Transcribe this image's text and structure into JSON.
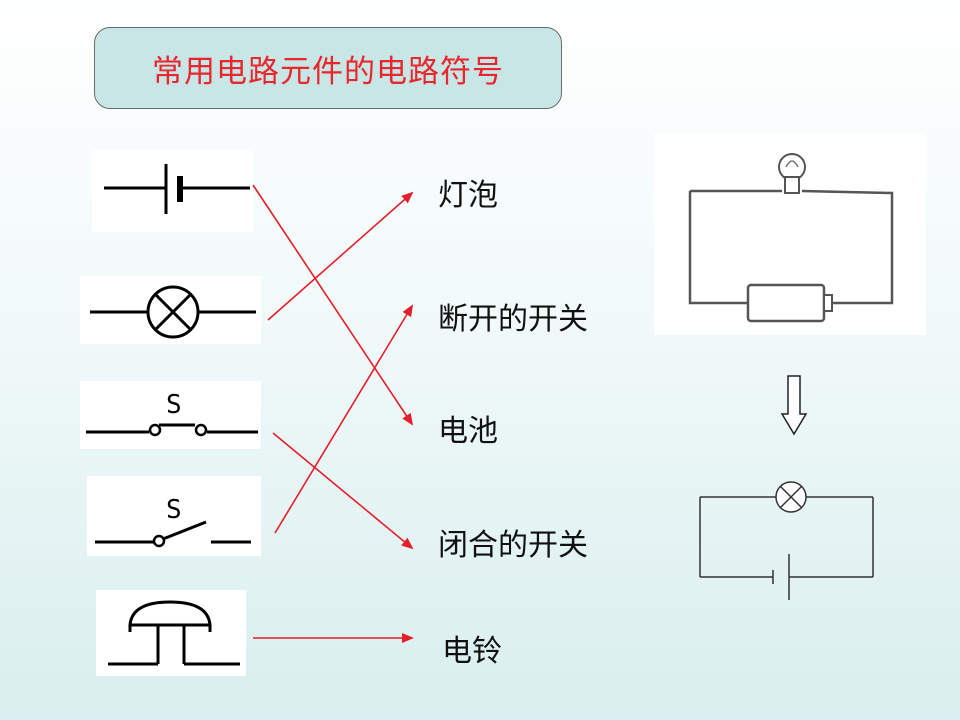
{
  "title": "常用电路元件的电路符号",
  "symbols": [
    {
      "id": "battery",
      "icon": "battery-symbol-icon"
    },
    {
      "id": "lamp",
      "icon": "lamp-symbol-icon"
    },
    {
      "id": "closed_switch",
      "icon": "closed-switch-symbol-icon",
      "letter": "S"
    },
    {
      "id": "open_switch",
      "icon": "open-switch-symbol-icon",
      "letter": "S"
    },
    {
      "id": "bell",
      "icon": "bell-symbol-icon"
    }
  ],
  "labels": [
    "灯泡",
    "断开的开关",
    "电池",
    "闭合的开关",
    "电铃"
  ],
  "matches": [
    {
      "from": "battery",
      "to": "电池"
    },
    {
      "from": "lamp",
      "to": "灯泡"
    },
    {
      "from": "closed_switch",
      "to": "闭合的开关"
    },
    {
      "from": "open_switch",
      "to": "断开的开关"
    },
    {
      "from": "bell",
      "to": "电铃"
    }
  ],
  "colors": {
    "title_text": "#e8262c",
    "title_bg": "#c8e6e6",
    "arrow": "#e41e2b"
  }
}
